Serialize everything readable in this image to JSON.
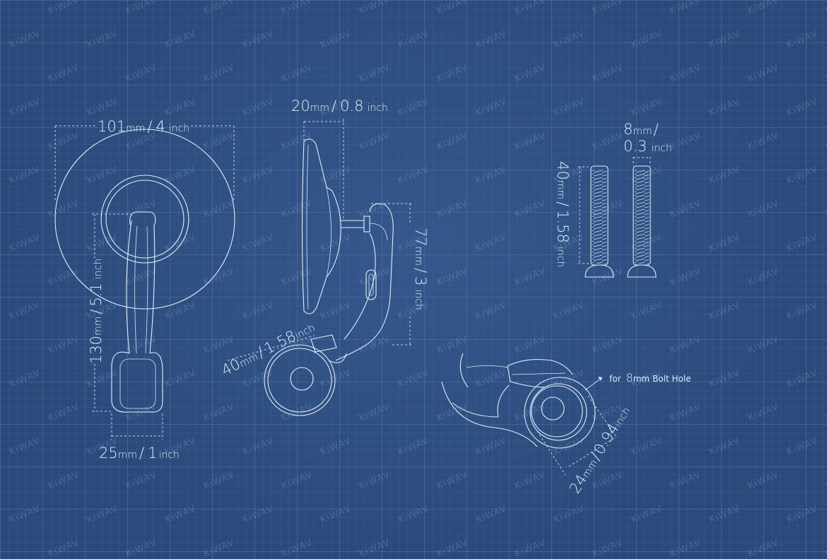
{
  "watermark": "KiWAV",
  "dimensions": {
    "mirror_width": {
      "value": "101",
      "unit_mm": "mm",
      "sep": "/",
      "value2": "4",
      "unit_in": "inch"
    },
    "mirror_depth": {
      "value": "20",
      "unit_mm": "mm",
      "sep": "/",
      "value2": "0.8",
      "unit_in": "inch"
    },
    "arm_length": {
      "value": "130",
      "unit_mm": "mm",
      "sep": "/",
      "value2": "5.1",
      "unit_in": "inch"
    },
    "arm_width": {
      "value": "25",
      "unit_mm": "mm",
      "sep": "/",
      "value2": "1",
      "unit_in": "inch"
    },
    "bracket_height": {
      "value": "77",
      "unit_mm": "mm",
      "sep": "/",
      "value2": "3",
      "unit_in": "inch"
    },
    "clamp_offset": {
      "value": "40",
      "unit_mm": "mm",
      "sep": "/",
      "value2": "1.58",
      "unit_in": "inch"
    },
    "bolt_length": {
      "value": "40",
      "unit_mm": "mm",
      "sep": "/",
      "value2": "1.58",
      "unit_in": "inch"
    },
    "bolt_diameter": {
      "value": "8",
      "unit_mm": "mm",
      "sep": "/",
      "value2": "0.3",
      "unit_in": "inch"
    },
    "clamp_diameter": {
      "value": "24",
      "unit_mm": "mm",
      "sep": "/",
      "value2": "0.94",
      "unit_in": "inch"
    }
  },
  "bolt_hole_note": {
    "prefix": "for",
    "value": "8",
    "unit": "mm",
    "suffix": "Bolt Hole"
  }
}
